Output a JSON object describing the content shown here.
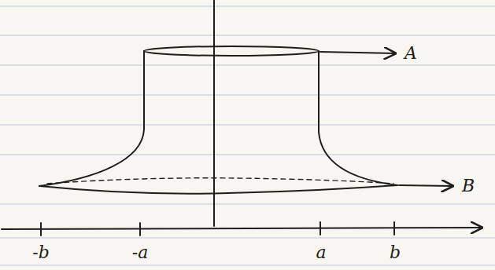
{
  "diagram": {
    "labels": [
      "A",
      "B",
      "-b",
      "-a",
      "a",
      "b"
    ]
  }
}
